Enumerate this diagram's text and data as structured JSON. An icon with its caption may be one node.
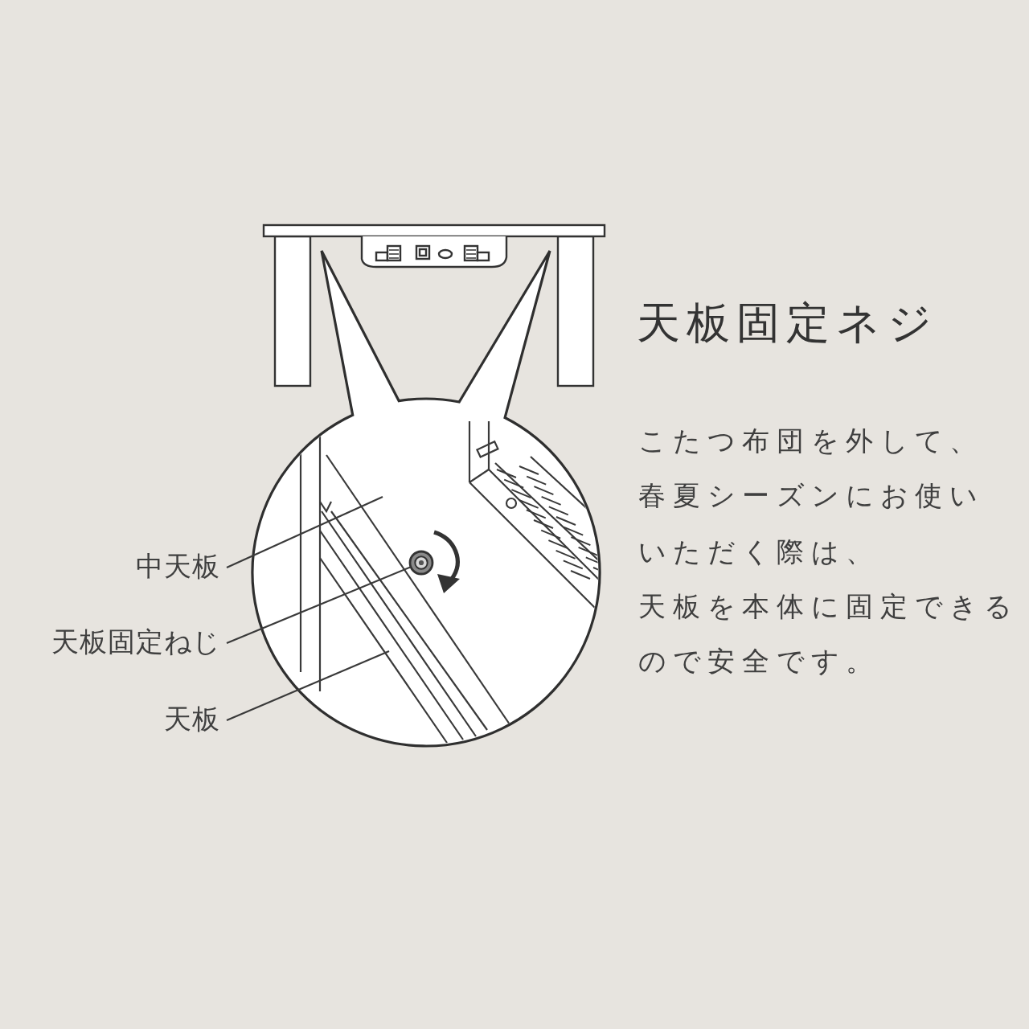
{
  "diagram": {
    "title": "天板固定ネジ",
    "nodes": [
      {
        "text": [
          "中天板"
        ]
      },
      {
        "text": [
          "天板固定ねじ"
        ]
      },
      {
        "text": [
          "天板"
        ]
      },
      {
        "text": [],
        "shape": "circle"
      }
    ],
    "edges": [
      {
        "from": 0,
        "to": null,
        "arrow": "none"
      },
      {
        "from": 1,
        "to": 3,
        "arrow": "none"
      },
      {
        "from": 2,
        "to": null,
        "arrow": "none"
      }
    ],
    "labels": [
      "こたつ布団を外して、春夏シーズンにお使いいただく際は、天板を本体に固定できるので安全です。"
    ]
  }
}
